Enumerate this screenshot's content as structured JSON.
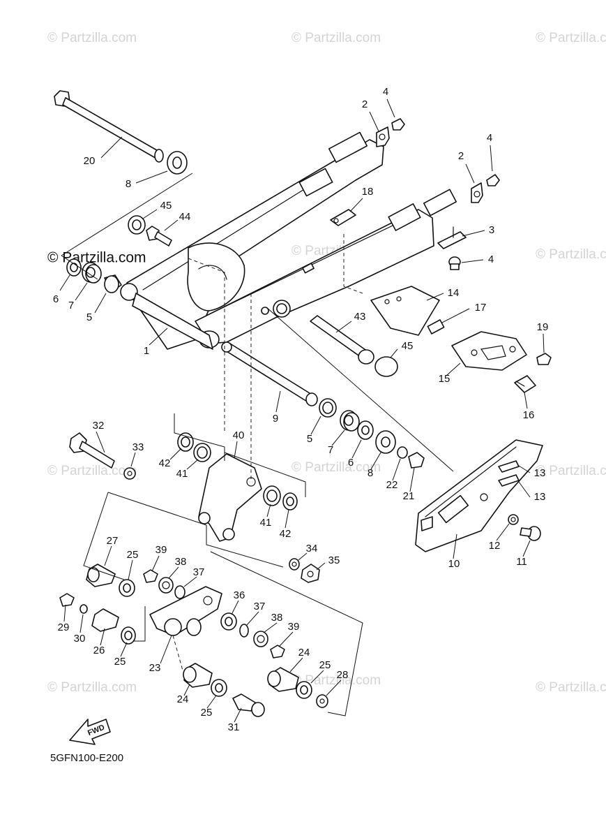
{
  "watermark": "© Partzilla.com",
  "diagram_code": "5GFN100-E200",
  "fwd_label": "FWD",
  "callouts": [
    "20",
    "8",
    "45",
    "44",
    "6",
    "7",
    "5",
    "1",
    "2",
    "4",
    "2",
    "4",
    "18",
    "3",
    "4",
    "14",
    "17",
    "43",
    "45",
    "19",
    "15",
    "16",
    "9",
    "5",
    "7",
    "6",
    "8",
    "22",
    "21",
    "13",
    "13",
    "32",
    "33",
    "42",
    "41",
    "40",
    "41",
    "42",
    "10",
    "12",
    "11",
    "34",
    "35",
    "27",
    "25",
    "39",
    "38",
    "37",
    "29",
    "30",
    "26",
    "25",
    "36",
    "37",
    "38",
    "39",
    "23",
    "24",
    "25",
    "28",
    "24",
    "25",
    "31"
  ]
}
